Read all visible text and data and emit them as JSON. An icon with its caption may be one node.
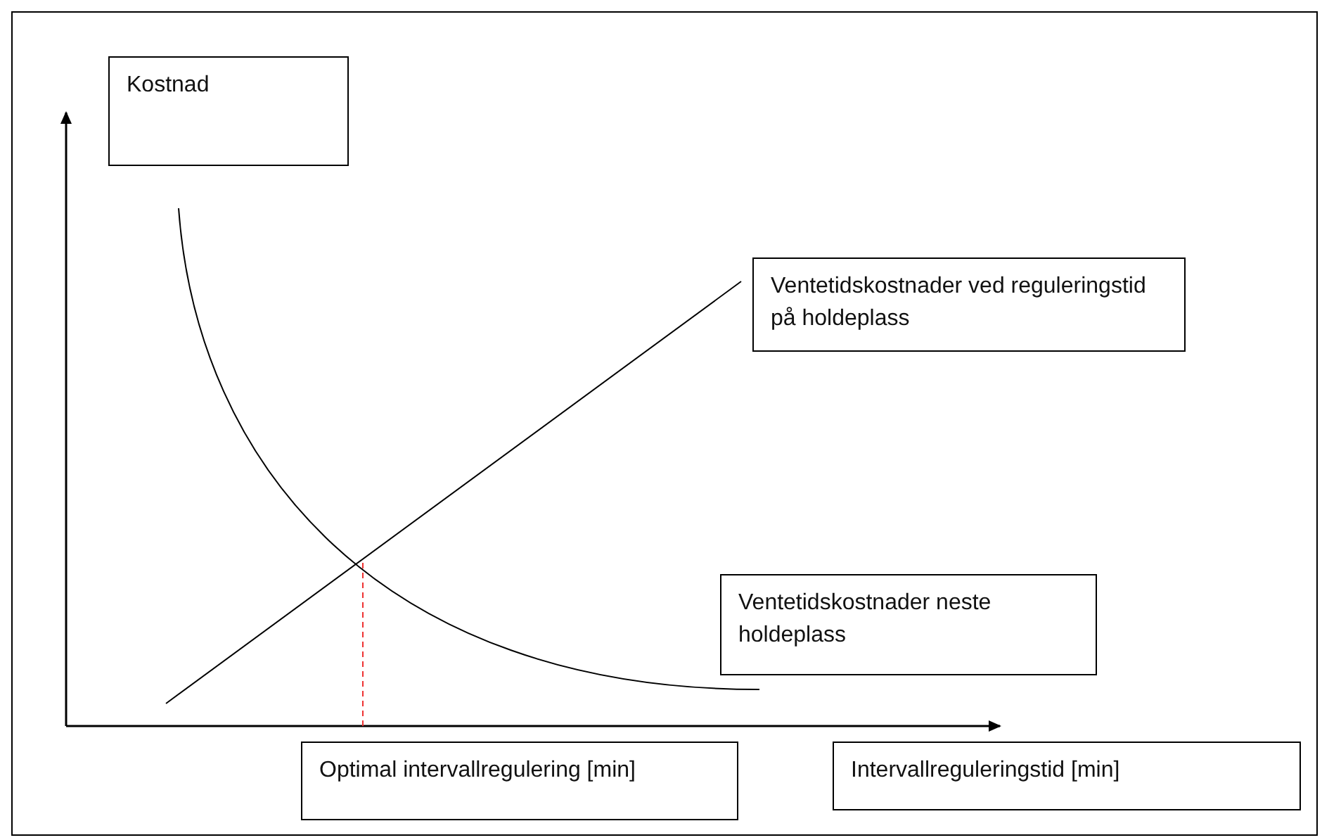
{
  "diagram": {
    "nodes": [
      {
        "text": [
          "Kostnad"
        ]
      },
      {
        "text": [
          "Ventetidskostnader ved reguleringstid på holdeplass"
        ]
      },
      {
        "text": [
          "Ventetidskostnader neste holdeplass"
        ]
      },
      {
        "text": [
          "Optimal intervallregulering [min]"
        ]
      },
      {
        "text": [
          "Intervallreguleringstid [min]"
        ]
      }
    ],
    "edges": []
  }
}
